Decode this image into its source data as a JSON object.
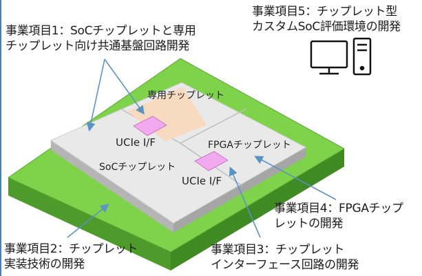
{
  "labels": {
    "item1": [
      "事業項目1：SoCチップレットと専用",
      "チップレット向け共通基盤回路開発"
    ],
    "item2": [
      "事業項目2：チップレット",
      "実装技術の開発"
    ],
    "item3": [
      "事業項目3：チップレット",
      "インターフェース回路の開発"
    ],
    "item4": [
      "事業項目4：FPGAチップ",
      "レットの開発"
    ],
    "item5": [
      "事業項目5：チップレット型",
      "カスタムSoC評価環境の開発"
    ]
  },
  "chips": {
    "dedicated": "専用チップレット",
    "soc": "SoCチップレット",
    "fpga": "FPGAチップレット",
    "ucie_left": "UCIe I/F",
    "ucie_right": "UCIe I/F"
  },
  "icons": {
    "computer": "desktop-computer-icon"
  },
  "colors": {
    "substrate_top": "#7fd34a",
    "substrate_side": "#4e9a2a",
    "die_top": "#e9e9e9",
    "die_side": "#b5b5b5",
    "dedicated_area": "#f9d9bf",
    "ucie_pad": "#f2a9f0",
    "arrow": "#5b93c4"
  }
}
